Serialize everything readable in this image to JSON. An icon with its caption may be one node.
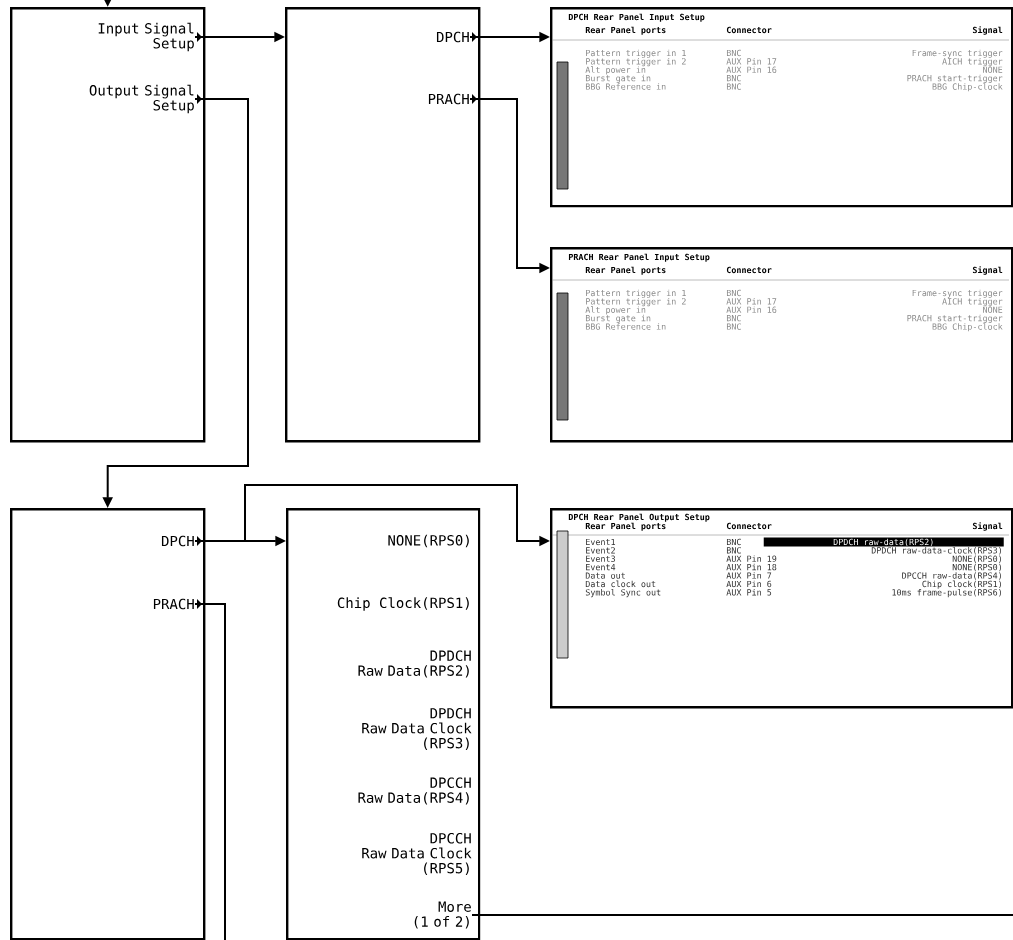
{
  "diagram": {
    "nodes": [
      {
        "text": [],
        "shape": "box"
      },
      {
        "text": [
          "Input Signal Setup"
        ],
        "in": 0
      },
      {
        "text": [
          "Output Signal Setup"
        ],
        "in": 0
      },
      {
        "text": [],
        "shape": "box"
      },
      {
        "text": [
          "DPCH"
        ],
        "in": 3
      },
      {
        "text": [
          "PRACH"
        ],
        "in": 3
      },
      {
        "text": [
          "DPCH Rear Panel Input Setup",
          "Rear Panel ports",
          "Connector",
          "Signal",
          "Pattern trigger in 1",
          "BNC",
          "Frame-sync trigger",
          "Pattern trigger in 2",
          "AUX Pin 17",
          "AICH trigger",
          "Alt power in",
          "AUX Pin 16",
          "NONE",
          "Burst gate in",
          "BNC",
          "PRACH start-trigger",
          "BBG Reference in",
          "BNC",
          "BBG Chip-clock"
        ]
      },
      {
        "text": [
          "PRACH Rear Panel Input Setup",
          "Rear Panel ports",
          "Connector",
          "Signal",
          "Pattern trigger in 1",
          "BNC",
          "Frame-sync trigger",
          "Pattern trigger in 2",
          "AUX Pin 17",
          "AICH trigger",
          "Alt power in",
          "AUX Pin 16",
          "NONE",
          "Burst gate in",
          "BNC",
          "PRACH start-trigger",
          "BBG Reference in",
          "BNC",
          "BBG Chip-clock"
        ]
      },
      {
        "text": [],
        "shape": "box"
      },
      {
        "text": [
          "DPCH"
        ],
        "in": 8
      },
      {
        "text": [
          "PRACH"
        ],
        "in": 8
      },
      {
        "text": [],
        "shape": "box"
      },
      {
        "text": [
          "NONE(RPS0)"
        ],
        "in": 11
      },
      {
        "text": [
          "Chip Clock(RPS1)"
        ],
        "in": 11
      },
      {
        "text": [
          "DPDCH Raw Data(RPS2)"
        ],
        "in": 11
      },
      {
        "text": [
          "DPDCH Raw Data Clock (RPS3)"
        ],
        "in": 11
      },
      {
        "text": [
          "DPCCH Raw Data(RPS4)"
        ],
        "in": 11
      },
      {
        "text": [
          "DPCCH Raw Data Clock (RPS5)"
        ],
        "in": 11
      },
      {
        "text": [
          "More (1 of 2)"
        ],
        "in": 11
      },
      {
        "text": [
          "DPCH Rear Panel Output Setup",
          "Rear Panel ports",
          "Connector",
          "Signal",
          "Event1",
          "BNC",
          "DPDCH raw-data(RPS2)",
          "Event2",
          "BNC",
          "DPDCH raw-data-clock(RPS3)",
          "Event3",
          "AUX Pin 19",
          "NONE(RPS0)",
          "Event4",
          "AUX Pin 18",
          "NONE(RPS0)",
          "Data out",
          "AUX Pin  7",
          "DPCCH raw-data(RPS4)",
          "Data clock out",
          "AUX Pin  6",
          "Chip clock(RPS1)",
          "Symbol Sync out",
          "AUX Pin  5",
          "10ms frame-pulse(RPS6)"
        ]
      }
    ],
    "edges": [
      {
        "from": null,
        "to": 0,
        "arrow": "to"
      },
      {
        "from": 1,
        "to": 3,
        "arrow": "to"
      },
      {
        "from": 2,
        "to": 8,
        "arrow": "to"
      },
      {
        "from": 4,
        "to": 6,
        "arrow": "to"
      },
      {
        "from": 5,
        "to": 7,
        "arrow": "to"
      },
      {
        "from": 9,
        "to": 11,
        "arrow": "to"
      },
      {
        "from": 9,
        "to": 19,
        "arrow": "to"
      },
      {
        "from": 10,
        "to": null,
        "arrow": "none"
      },
      {
        "from": 18,
        "to": null,
        "arrow": "none"
      }
    ]
  }
}
